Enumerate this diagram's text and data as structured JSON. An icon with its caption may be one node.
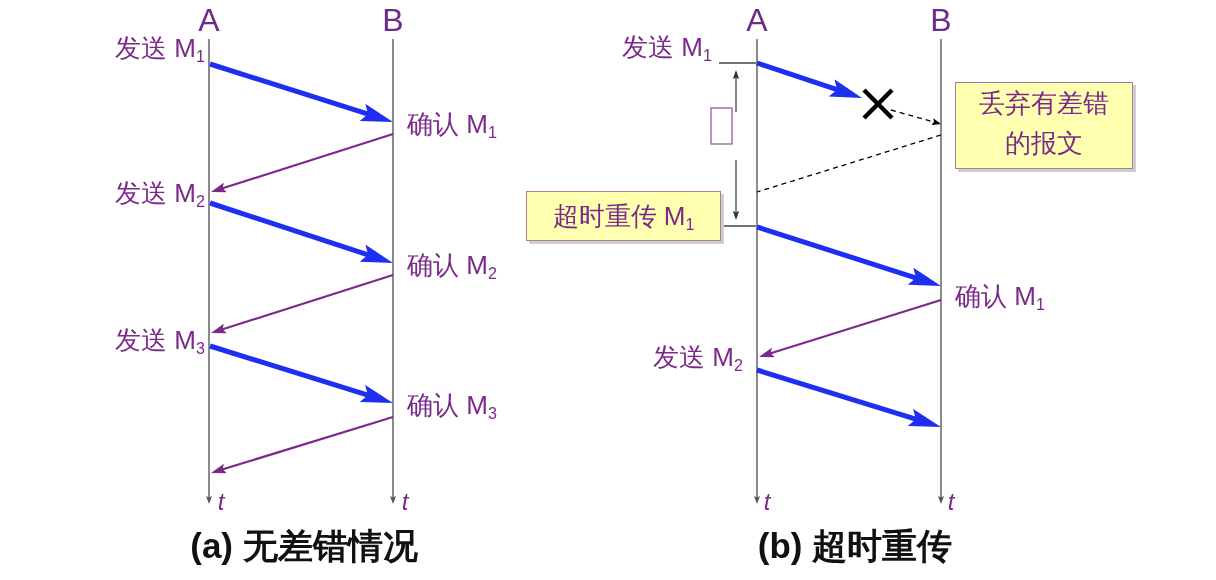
{
  "diagram": {
    "nodes": [
      {
        "text": [
          "发送 M$_{1}$"
        ]
      },
      {
        "text": [
          "确认 M$_{1}$"
        ]
      },
      {
        "text": [
          "发送 M$_{2}$"
        ]
      },
      {
        "text": [
          "确认 M$_{2}$"
        ]
      },
      {
        "text": [
          "发送 M$_{3}$"
        ]
      },
      {
        "text": [
          "确认 M$_{3}$"
        ]
      },
      {
        "text": [
          "发送 M$_{1}$"
        ]
      },
      {
        "text": [],
        "shape": "cross"
      },
      {
        "text": [
          "丢弃有差错的报文"
        ]
      },
      {
        "text": [
          "超时重传 M$_{1}$"
        ]
      },
      {
        "text": [
          "确认 M$_{1}$"
        ]
      },
      {
        "text": [
          "发送 M$_{2}$"
        ]
      }
    ],
    "edges": [
      {
        "from": 0,
        "to": 1,
        "arrow": "to",
        "style": "thick"
      },
      {
        "from": 1,
        "to": 2,
        "arrow": "to",
        "color": "#7a2a88"
      },
      {
        "from": 2,
        "to": 3,
        "arrow": "to",
        "style": "thick"
      },
      {
        "from": 3,
        "to": 4,
        "arrow": "to",
        "color": "#7a2a88"
      },
      {
        "from": 4,
        "to": 5,
        "arrow": "to",
        "style": "thick"
      },
      {
        "from": 5,
        "to": null,
        "arrow": "to",
        "color": "#7a2a88"
      },
      {
        "from": 6,
        "to": 7,
        "arrow": "to",
        "style": "thick"
      },
      {
        "from": 7,
        "to": 8,
        "arrow": "to",
        "style": "dashed",
        "color": "#000000"
      },
      {
        "from": 8,
        "to": null,
        "arrow": "none",
        "style": "dashed",
        "color": "#000000"
      },
      {
        "from": 9,
        "to": 10,
        "arrow": "to",
        "style": "thick"
      },
      {
        "from": 10,
        "to": 11,
        "arrow": "to",
        "color": "#7a2a88"
      },
      {
        "from": 11,
        "to": null,
        "arrow": "to",
        "style": "thick"
      }
    ],
    "labels": [
      "A",
      "B",
      "A",
      "B",
      "t",
      "t",
      "t",
      "t",
      "(a) 无差错情况",
      "(b) 超时重传"
    ]
  }
}
